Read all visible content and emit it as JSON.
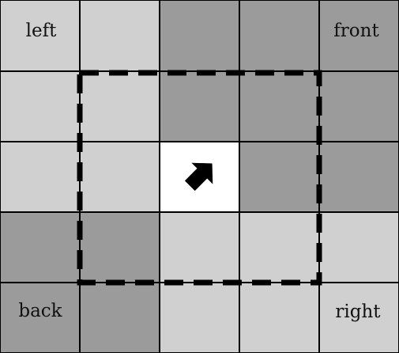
{
  "colors": {
    "light": "#d0d0d0",
    "dark": "#9b9b9b",
    "white": "#ffffff",
    "grid_line": "#000000",
    "dashed_frame": "#000000",
    "arrow": "#000000"
  },
  "board": {
    "rows": 5,
    "cols": 5,
    "cells": [
      [
        "light",
        "light",
        "dark",
        "dark",
        "dark"
      ],
      [
        "light",
        "light",
        "dark",
        "dark",
        "dark"
      ],
      [
        "light",
        "light",
        "white",
        "dark",
        "dark"
      ],
      [
        "dark",
        "dark",
        "light",
        "light",
        "light"
      ],
      [
        "dark",
        "dark",
        "light",
        "light",
        "light"
      ]
    ]
  },
  "corner_labels": {
    "top_left": "left",
    "top_right": "front",
    "bottom_left": "back",
    "bottom_right": "right"
  },
  "agent": {
    "icon": "arrow-icon",
    "direction": "up-right",
    "row": 2,
    "col": 2
  },
  "view_frame": {
    "style": "dashed",
    "rows": [
      1,
      3
    ],
    "cols": [
      1,
      3
    ]
  }
}
